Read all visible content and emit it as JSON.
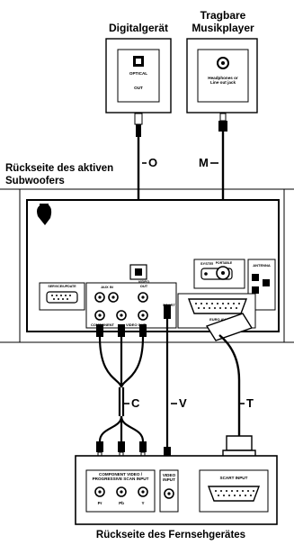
{
  "labels": {
    "digital_device": "Digitalgerät",
    "portable_player": "Tragbare\nMusikplayer",
    "subwoofer_back": "Rückseite des aktiven\nSubwoofers",
    "tv_back": "Rückseite des Fernsehgerätes"
  },
  "digital_panel": {
    "optical": "OPTICAL",
    "out": "OUT"
  },
  "player_panel": {
    "jack": "Headphones or\nLine out jack"
  },
  "subwoofer_panel": {
    "aux_in": "AUX IN",
    "video_out": "VIDEO\nOUT",
    "system_dvdp": "SYSTEM(DVDP)",
    "portable": "PORTABLE",
    "antenna": "ANTENNA",
    "component": "COMPONENT",
    "video": "VIDEO OUT",
    "scart": "SCART",
    "euro_av": "EURO AV",
    "update_port": "SERVICE/UPDATE"
  },
  "tv_panel": {
    "component_in": "COMPONENT VIDEO /\nPROGRESSIVE SCAN INPUT",
    "jacks": [
      "Pr",
      "Pb",
      "Y"
    ],
    "video_input": "VIDEO\nINPUT",
    "scart_input": "SCART INPUT"
  },
  "cables": {
    "O": "O",
    "M": "M",
    "C": "C",
    "V": "V",
    "T": "T"
  }
}
